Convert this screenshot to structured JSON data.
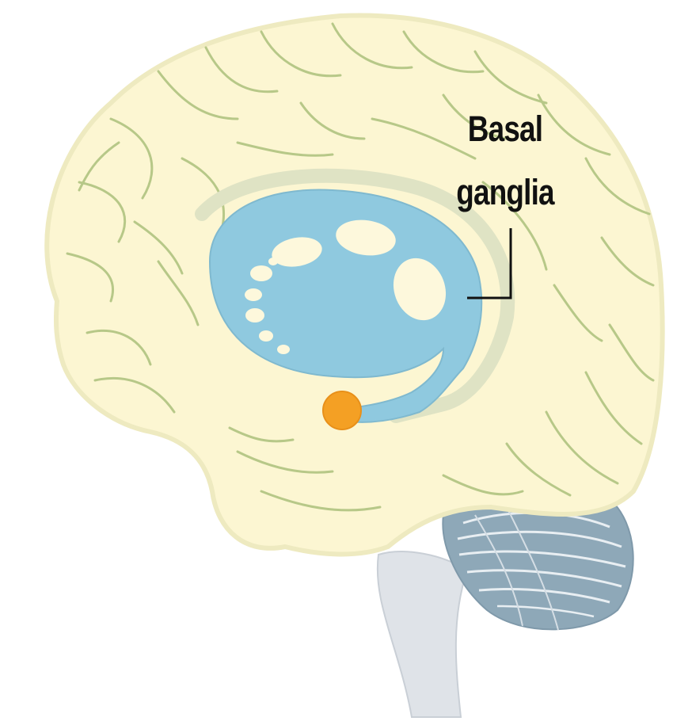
{
  "figure": {
    "annotation": {
      "line1": "Basal",
      "line2": "ganglia"
    }
  },
  "colors": {
    "brain_fill": "#fcf6d2",
    "brain_outline": "#eeeac0",
    "gyri_lines": "#b7c888",
    "basal_ganglia_fill": "#8fc9df",
    "basal_ganglia_rim": "#dfe3c4",
    "holes_fill": "#fdf8dc",
    "orange_nucleus": "#f4a024",
    "cerebellum": "#8ea8b8",
    "cerebellum_lines": "#e8eef2",
    "brainstem": "#dfe3e8",
    "leader_line": "#111111"
  },
  "icons": {
    "brain": "brain-illustration-icon",
    "basal_ganglia": "basal-ganglia-shape",
    "nucleus": "orange-nucleus-dot"
  }
}
